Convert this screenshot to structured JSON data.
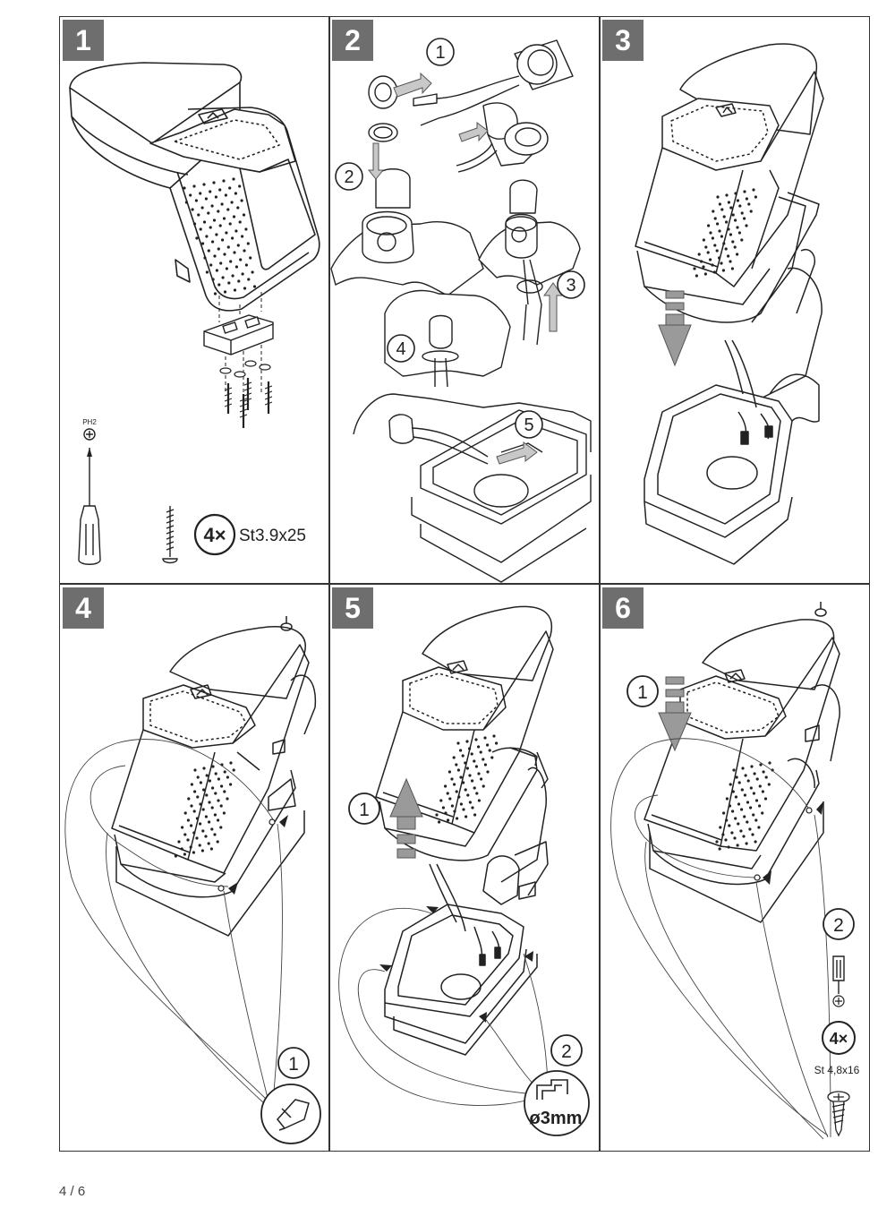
{
  "steps": [
    {
      "number": "1"
    },
    {
      "number": "2"
    },
    {
      "number": "3"
    },
    {
      "number": "4"
    },
    {
      "number": "5"
    },
    {
      "number": "6"
    }
  ],
  "step1": {
    "screwdriver_label": "PH2",
    "quantity": "4×",
    "screw_spec": "St3.9x25"
  },
  "step2": {
    "callouts": [
      "1",
      "2",
      "3",
      "4",
      "5"
    ]
  },
  "step4": {
    "callout": "1"
  },
  "step5": {
    "callout_1": "1",
    "callout_2": "2",
    "drill_label": "ø3mm"
  },
  "step6": {
    "callout_1": "1",
    "callout_2": "2",
    "quantity": "4×",
    "screw_spec": "St 4,8x16"
  },
  "footer": {
    "page": "4 / 6"
  },
  "colors": {
    "step_badge": "#6e6e6e",
    "line": "#333333",
    "arrow_fill": "#8c8c8c"
  }
}
